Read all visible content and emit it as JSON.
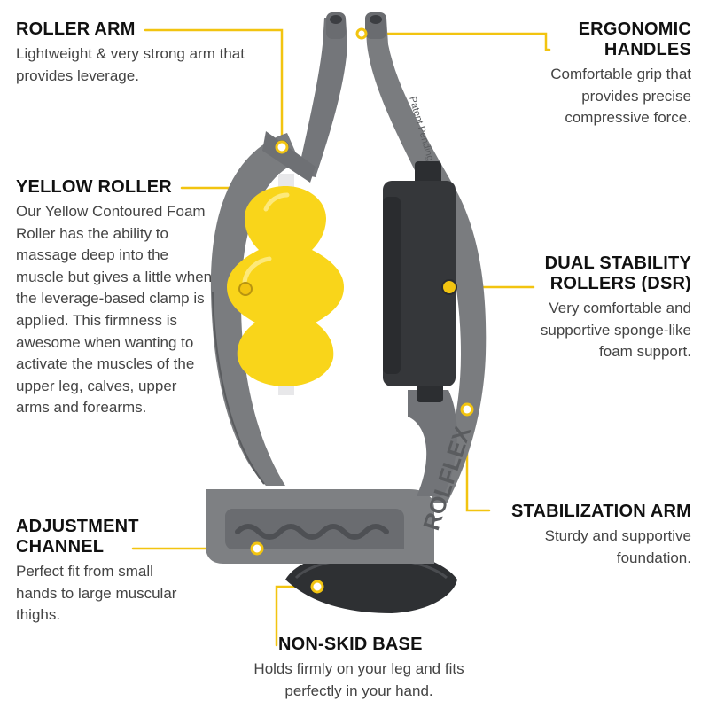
{
  "colors": {
    "accent": "#f2c410",
    "frame": "#75777a",
    "frame_dark": "#55575a",
    "roller": "#f9d51a",
    "dsr": "#35373a",
    "base": "#2e3033",
    "text_heading": "#111111",
    "text_body": "#444444"
  },
  "product_text": {
    "brand": "ROLFLEX",
    "handle_text": "Patent Pending"
  },
  "callouts": {
    "roller_arm": {
      "title": "ROLLER ARM",
      "body": "Lightweight & very strong arm that provides leverage."
    },
    "ergonomic_handles": {
      "title": "ERGONOMIC HANDLES",
      "body": "Comfortable grip that provides precise compressive force."
    },
    "yellow_roller": {
      "title": "YELLOW ROLLER",
      "body": "Our Yellow Contoured Foam Roller has the ability to massage deep into the muscle but gives a little when the leverage-based clamp is applied. This firmness is awesome when wanting to activate the muscles of the upper leg, calves, upper arms and forearms."
    },
    "dual_stability": {
      "title": "DUAL STABILITY ROLLERS (DSR)",
      "body": "Very comfortable and supportive sponge-like foam support."
    },
    "stabilization_arm": {
      "title": "STABILIZATION ARM",
      "body": "Sturdy and supportive foundation."
    },
    "adjustment_channel": {
      "title": "ADJUSTMENT CHANNEL",
      "body": "Perfect fit from small hands to large muscular thighs."
    },
    "non_skid_base": {
      "title": "NON-SKID BASE",
      "body": "Holds firmly on your leg and fits perfectly in your hand."
    }
  }
}
